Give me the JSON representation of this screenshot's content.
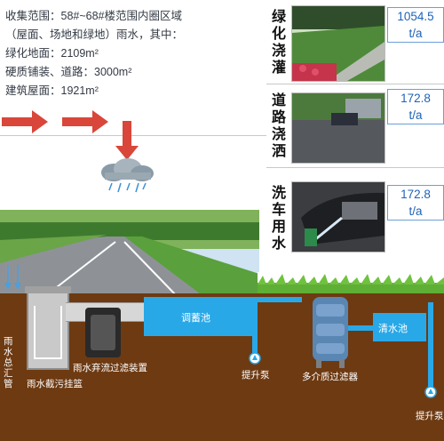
{
  "info": {
    "line1": "收集范围：58#~68#楼范围内圈区域",
    "line2": "（屋面、场地和绿地）雨水，其中：",
    "line3": "绿化地面：2109m²",
    "line4": "硬质铺装、道路：3000m²",
    "line5": "建筑屋面：1921m²"
  },
  "uses": [
    {
      "label": "绿化浇灌",
      "chars": [
        "绿",
        "化",
        "浇",
        "灌"
      ],
      "value_num": "1054.5",
      "value_unit": "t/a",
      "icon": "lawn-sprinkler-photo"
    },
    {
      "label": "道路浇洒",
      "chars": [
        "道",
        "路",
        "浇",
        "洒"
      ],
      "value_num": "172.8",
      "value_unit": "t/a",
      "icon": "road-washing-photo"
    },
    {
      "label": "洗车用水",
      "chars": [
        "洗",
        "车",
        "用",
        "水"
      ],
      "value_num": "172.8",
      "value_unit": "t/a",
      "icon": "car-washing-photo"
    }
  ],
  "underground": {
    "main_pipe": "雨水总汇管",
    "basket": "雨水截污挂篮",
    "filter_device": "雨水弃流过滤装置",
    "tank": "调蓄池",
    "pump1": "提升泵",
    "media_filter": "多介质过滤器",
    "clear_pool": "清水池",
    "pump2": "提升泵"
  },
  "colors": {
    "arrow": "#d9463a",
    "water": "#29a8e8",
    "soil": "#6e3a12",
    "value_text": "#1e63b8"
  }
}
